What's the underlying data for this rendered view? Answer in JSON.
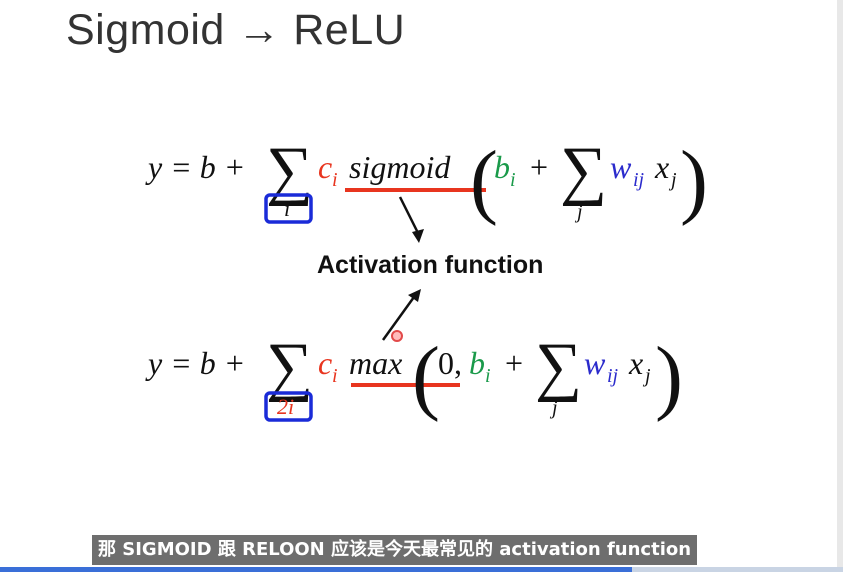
{
  "slide": {
    "title": "Sigmoid → ReLU",
    "activation_label": "Activation function",
    "equation_sigmoid": {
      "lhs": "y = b +",
      "sum_symbol": "∑",
      "sum_index": "i",
      "coef": "c",
      "coef_sub": "i",
      "func": "sigmoid",
      "bias": "b",
      "bias_sub": "i",
      "plus": "+",
      "inner_sum_index": "j",
      "weight": "w",
      "weight_sub": "ij",
      "input": "x",
      "input_sub": "j"
    },
    "equation_relu": {
      "lhs": "y = b +",
      "sum_symbol": "∑",
      "sum_index": "2i",
      "coef": "c",
      "coef_sub": "i",
      "func": "max",
      "zero": "0,",
      "bias": "b",
      "bias_sub": "i",
      "plus": "+",
      "inner_sum_index": "j",
      "weight": "w",
      "weight_sub": "ij",
      "input": "x",
      "input_sub": "j"
    }
  },
  "colors": {
    "coef": "#e8351f",
    "bias": "#1a9a4a",
    "weight": "#2b2bcc",
    "underline": "#e8351f",
    "box": "#1a2bd8"
  },
  "video": {
    "subtitle": "那 SIGMOID 跟 RELOON 应该是今天最常见的 activation function",
    "progress": 0.75
  }
}
